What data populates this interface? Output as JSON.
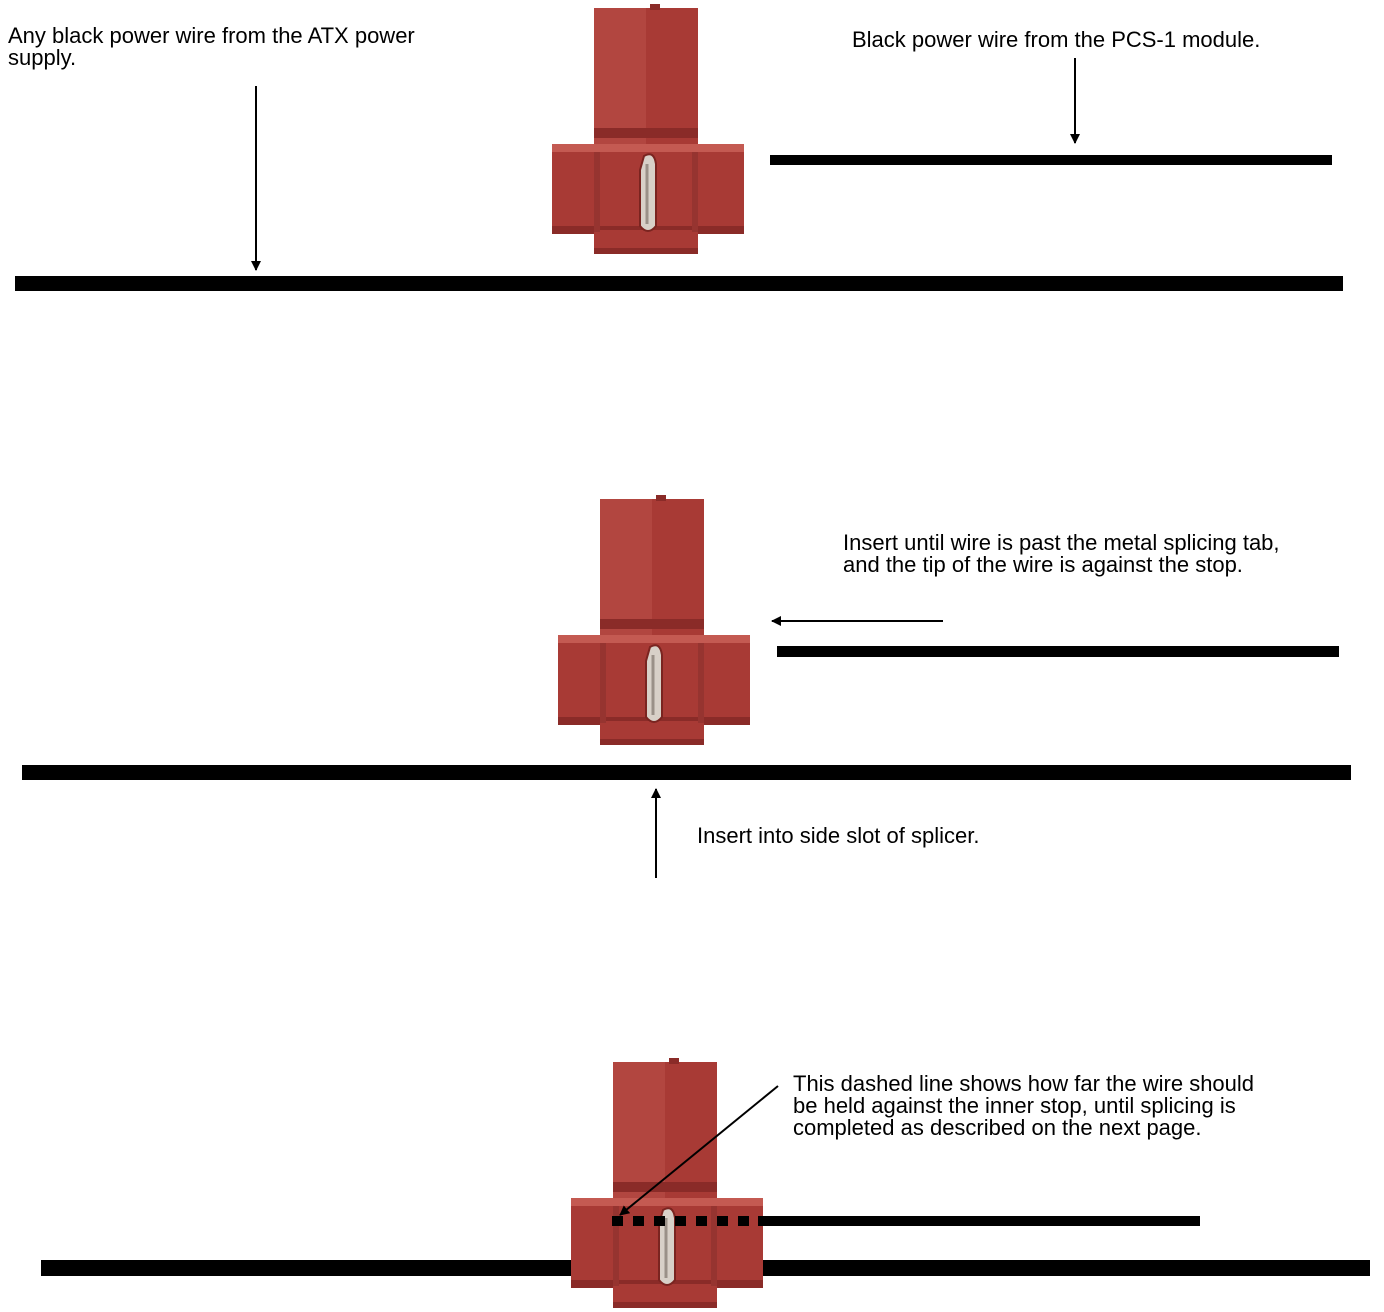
{
  "colors": {
    "wire": "#000000",
    "splicer_body": "#a83a35",
    "splicer_dark": "#8a2b28",
    "splicer_highlight": "#c45a52",
    "metal_tab": "#cfc6bd",
    "background": "#ffffff"
  },
  "icons": {
    "splicer": "red-t-tap-wire-splicer",
    "arrow": "arrow-icon"
  },
  "step1": {
    "left_label": [
      "Any black power wire from the ATX power",
      "supply."
    ],
    "right_label": [
      "Black power wire from the PCS-1 module."
    ]
  },
  "step2": {
    "right_label": [
      "Insert until wire is past the metal splicing tab,",
      "and the tip of the wire is against the stop."
    ],
    "bottom_label": [
      "Insert into side slot of splicer."
    ]
  },
  "step3": {
    "right_label": [
      "This dashed line shows how far the wire should",
      "be held against the inner stop, until splicing is",
      "completed as described on the next page."
    ]
  }
}
